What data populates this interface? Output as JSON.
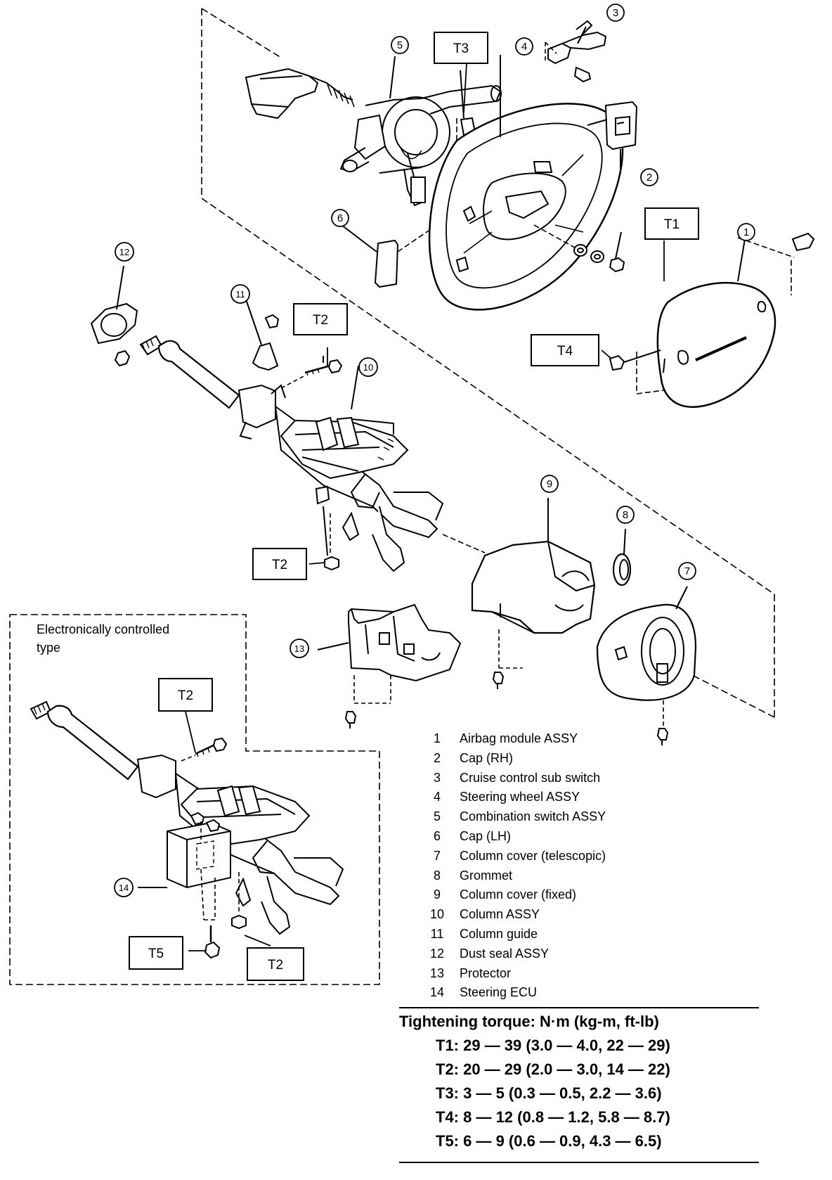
{
  "callouts": [
    {
      "id": "c1",
      "text": "1"
    },
    {
      "id": "c2",
      "text": "2"
    },
    {
      "id": "c3",
      "text": "3"
    },
    {
      "id": "c4",
      "text": "4"
    },
    {
      "id": "c5",
      "text": "5"
    },
    {
      "id": "c6",
      "text": "6"
    },
    {
      "id": "c7",
      "text": "7"
    },
    {
      "id": "c8",
      "text": "8"
    },
    {
      "id": "c9",
      "text": "9"
    },
    {
      "id": "c10",
      "text": "10"
    },
    {
      "id": "c11",
      "text": "11"
    },
    {
      "id": "c12",
      "text": "12"
    },
    {
      "id": "c13",
      "text": "13"
    },
    {
      "id": "c14",
      "text": "14"
    }
  ],
  "torque_tags": {
    "T1": "T1",
    "T2": "T2",
    "T3": "T3",
    "T4": "T4",
    "T5": "T5"
  },
  "inset": {
    "title_line1": "Electronically controlled",
    "title_line2": "type"
  },
  "legend": [
    {
      "num": "1",
      "name": "Airbag module ASSY"
    },
    {
      "num": "2",
      "name": "Cap (RH)"
    },
    {
      "num": "3",
      "name": "Cruise control sub switch"
    },
    {
      "num": "4",
      "name": "Steering wheel ASSY"
    },
    {
      "num": "5",
      "name": "Combination switch ASSY"
    },
    {
      "num": "6",
      "name": "Cap (LH)"
    },
    {
      "num": "7",
      "name": "Column cover (telescopic)"
    },
    {
      "num": "8",
      "name": "Grommet"
    },
    {
      "num": "9",
      "name": "Column cover (fixed)"
    },
    {
      "num": "10",
      "name": "Column ASSY"
    },
    {
      "num": "11",
      "name": "Column guide"
    },
    {
      "num": "12",
      "name": "Dust seal ASSY"
    },
    {
      "num": "13",
      "name": "Protector"
    },
    {
      "num": "14",
      "name": "Steering ECU"
    }
  ],
  "torque": {
    "title": "Tightening torque: N·m (kg-m, ft-lb)",
    "rows": [
      "T1: 29 — 39 (3.0 — 4.0, 22 — 29)",
      "T2: 20 — 29 (2.0 — 3.0, 14 — 22)",
      "T3: 3 — 5 (0.3 — 0.5, 2.2 — 3.6)",
      "T4: 8 — 12 (0.8 — 1.2, 5.8 — 8.7)",
      "T5: 6 — 9 (0.6 — 0.9, 4.3 — 6.5)"
    ]
  }
}
